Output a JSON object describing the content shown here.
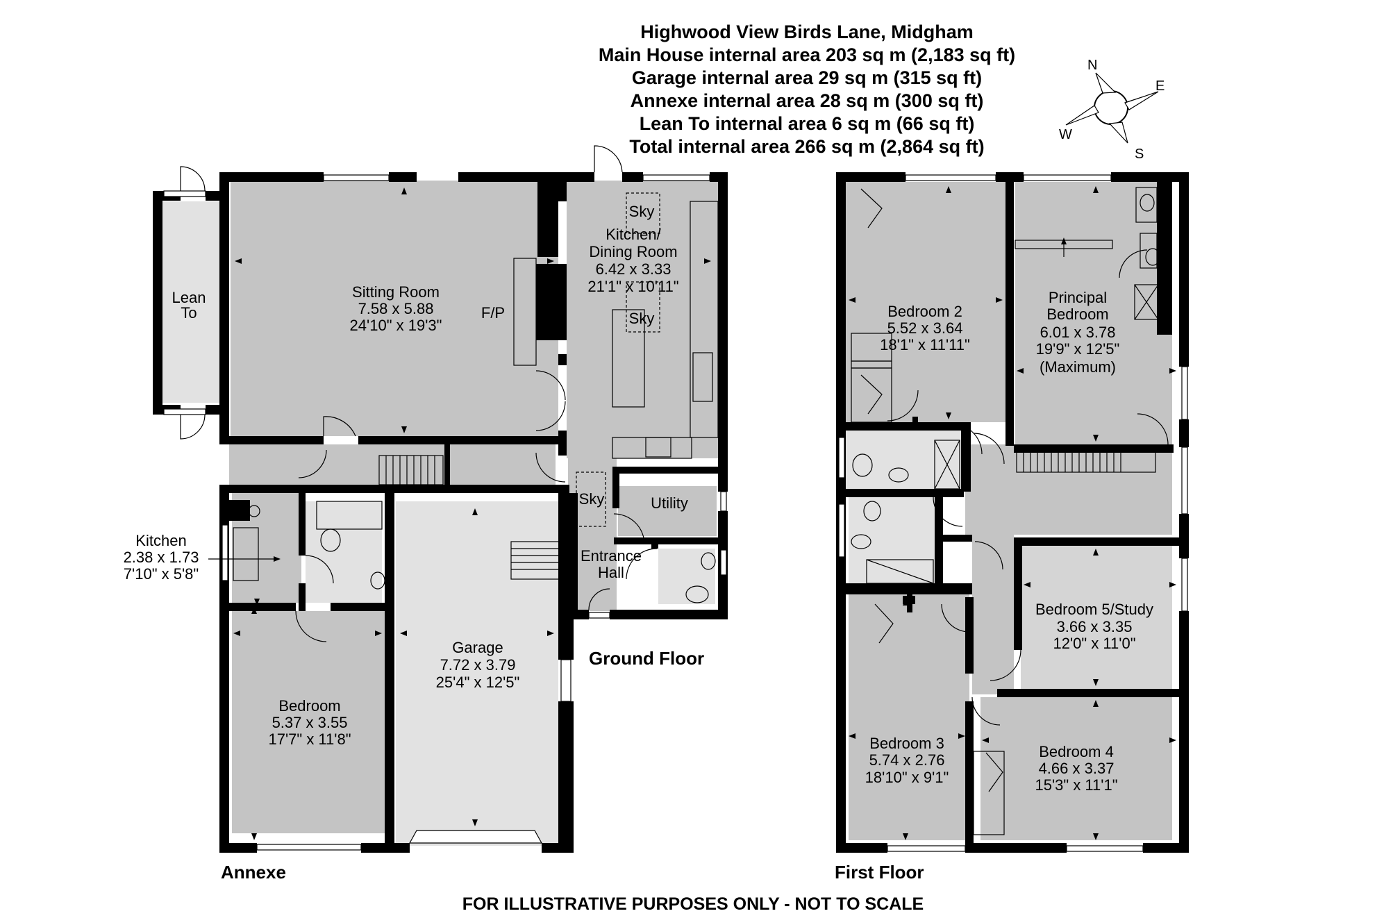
{
  "header": {
    "title": "Highwood View Birds Lane, Midgham",
    "areas": [
      "Main House internal area 203 sq m (2,183 sq ft)",
      "Garage internal area 29 sq m (315 sq ft)",
      "Annexe internal area 28 sq m (300 sq ft)",
      "Lean To internal area 6 sq m (66 sq ft)",
      "Total internal area 266 sq m (2,864 sq ft)"
    ]
  },
  "compass": {
    "n": "N",
    "e": "E",
    "s": "S",
    "w": "W"
  },
  "floors": {
    "ground": "Ground Floor",
    "annexe": "Annexe",
    "first": "First Floor"
  },
  "rooms": {
    "lean_to": [
      "Lean",
      "To"
    ],
    "sitting": [
      "Sitting Room",
      "7.58 x 5.88",
      "24'10\" x 19'3\""
    ],
    "fireplace": "F/P",
    "kitchen_dining": [
      "Kitchen/",
      "Dining Room",
      "6.42 x 3.33",
      "21'1\" x 10'11\""
    ],
    "sky": "Sky",
    "utility": "Utility",
    "entrance": [
      "Entrance",
      "Hall"
    ],
    "garage": [
      "Garage",
      "7.72 x 3.79",
      "25'4\" x 12'5\""
    ],
    "annexe_kitchen": [
      "Kitchen",
      "2.38 x 1.73",
      "7'10\" x 5'8\""
    ],
    "annexe_bedroom": [
      "Bedroom",
      "5.37 x 3.55",
      "17'7\" x 11'8\""
    ],
    "bedroom2": [
      "Bedroom 2",
      "5.52 x 3.64",
      "18'1\" x 11'11\""
    ],
    "principal": [
      "Principal",
      "Bedroom",
      "6.01 x 3.78",
      "19'9\" x 12'5\"",
      "(Maximum)"
    ],
    "bedroom5": [
      "Bedroom 5/Study",
      "3.66 x 3.35",
      "12'0\" x 11'0\""
    ],
    "bedroom3": [
      "Bedroom 3",
      "5.74 x 2.76",
      "18'10\" x 9'1\""
    ],
    "bedroom4": [
      "Bedroom 4",
      "4.66 x 3.37",
      "15'3\" x 11'1\""
    ]
  },
  "disclaimer": "FOR ILLUSTRATIVE PURPOSES ONLY - NOT TO SCALE"
}
